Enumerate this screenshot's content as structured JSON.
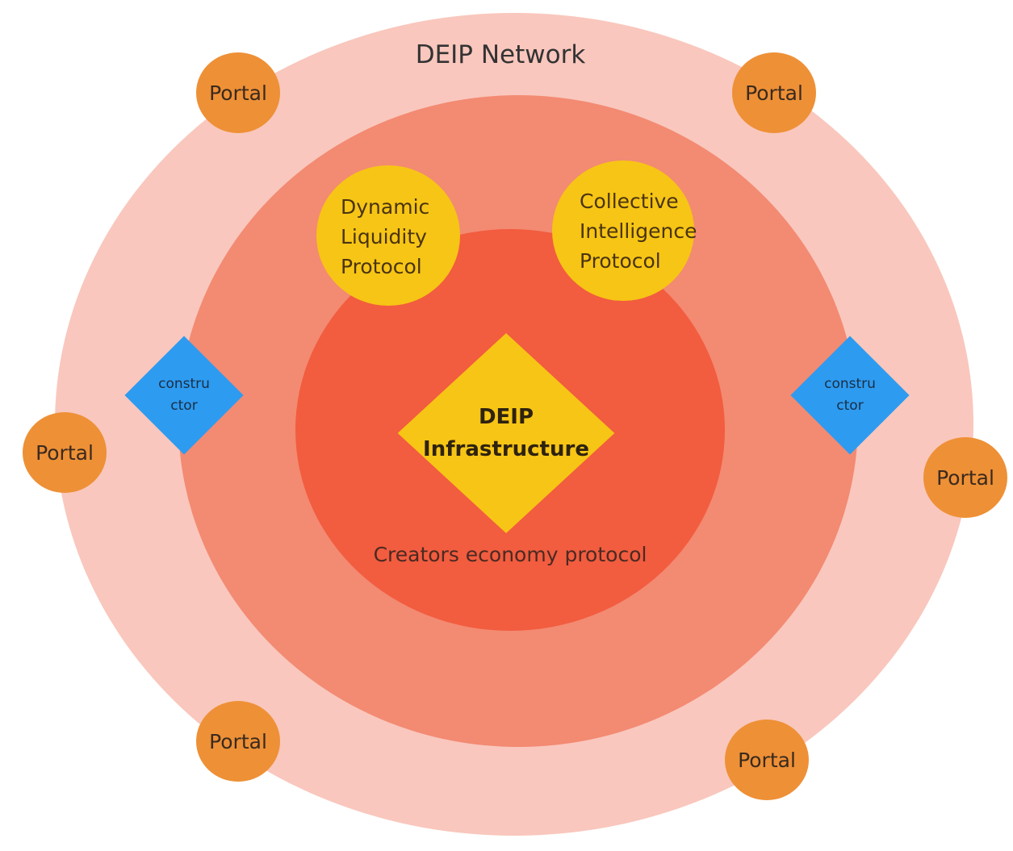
{
  "diagram": {
    "title": "DEIP Network",
    "core_lines": [
      "DEIP",
      "Infrastructure"
    ],
    "core_caption": "Creators economy protocol",
    "protocols": [
      {
        "lines": [
          "Dynamic",
          "Liquidity",
          "Protocol"
        ]
      },
      {
        "lines": [
          "Collective",
          "Intelligence",
          "Protocol"
        ]
      }
    ],
    "constructors": [
      {
        "lines": [
          "constru",
          "ctor"
        ]
      },
      {
        "lines": [
          "constru",
          "ctor"
        ]
      }
    ],
    "portals": [
      "Portal",
      "Portal",
      "Portal",
      "Portal",
      "Portal",
      "Portal"
    ]
  },
  "colors": {
    "outer_ring": "#f9c7bd",
    "middle_ring": "#f38a72",
    "inner_circle": "#f25c3f",
    "portal": "#ee9036",
    "protocol": "#f7c515",
    "constructor": "#2d9bf0",
    "core": "#f7c515"
  }
}
